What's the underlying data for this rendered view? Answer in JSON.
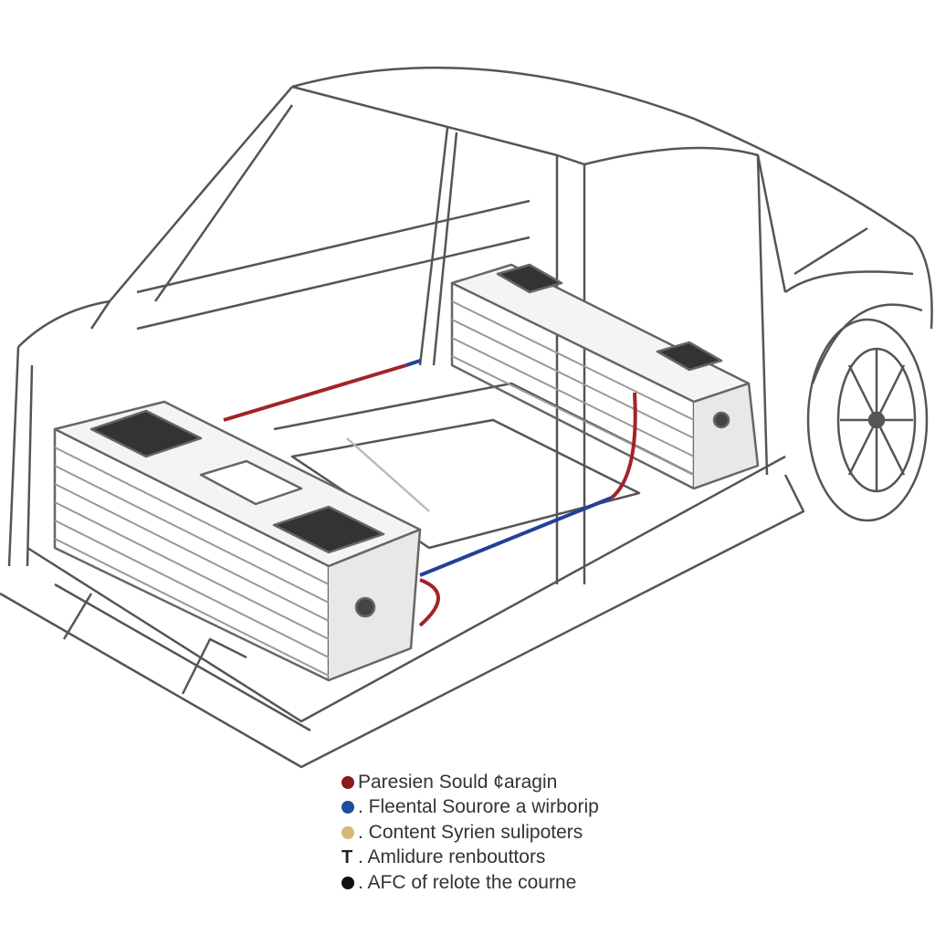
{
  "legend": [
    {
      "marker": "dot",
      "color": "#8b1a1a",
      "text": "Paresien Sould ¢aragin"
    },
    {
      "marker": "dot",
      "color": "#1f4f9a",
      "text": ". Fleental Sourore a wirborip"
    },
    {
      "marker": "dot",
      "color": "#d9b777",
      "text": ". Content Syrien sulipoters"
    },
    {
      "marker": "letter",
      "symbol": "T",
      "text": ". Amlidure renbouttors"
    },
    {
      "marker": "dot",
      "color": "#111111",
      "text": ". AFC of relote the courne"
    }
  ],
  "colors": {
    "line": "#555555",
    "wire_red": "#a3232a",
    "wire_blue": "#23409a",
    "battery": "#9a9a9a"
  }
}
